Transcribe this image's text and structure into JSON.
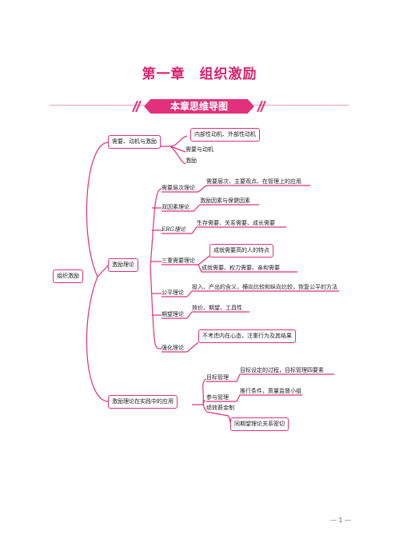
{
  "chapter": {
    "label": "第一章",
    "title": "组织激励"
  },
  "banner": "本章思维导图",
  "mindmap": {
    "root": "组织激励",
    "branch1": {
      "label": "需要、动机与激励",
      "children": [
        "内部性动机、外部性动机",
        "需要与动机",
        "激励"
      ]
    },
    "branch2": {
      "label": "激励理论",
      "theories": [
        {
          "name": "需要层次理论",
          "detail": "需要层次、主要观点、在管理上的应用"
        },
        {
          "name": "双因素理论",
          "detail": "激励因素与保健因素"
        },
        {
          "name": "ERG理论",
          "detail": "生存需要、关系需要、成长需要"
        },
        {
          "name": "三重需要理论",
          "note": "成就需要高的人的特点",
          "detail": "成就需要、权力需要、亲和需要"
        },
        {
          "name": "公平理论",
          "detail": "投入、产出的含义，横向比较和纵向比较，恢复公平的方法"
        },
        {
          "name": "期望理论",
          "detail": "效价、期望、工具性"
        },
        {
          "name": "强化理论",
          "detail": "不考虑内在心态，注重行为及其结果"
        }
      ]
    },
    "branch3": {
      "label": "激励理论在实践中的应用",
      "items": [
        {
          "name": "目标管理",
          "detail": "目标设定的过程，目标管理四要素"
        },
        {
          "name": "参与管理",
          "detail": "推行条件，质量监督小组"
        },
        {
          "name": "绩效薪金制",
          "detail": "同期望理论关系密切"
        }
      ]
    }
  },
  "page_number": "— 1 —",
  "colors": {
    "accent": "#e2317a",
    "title": "#d8246e"
  }
}
